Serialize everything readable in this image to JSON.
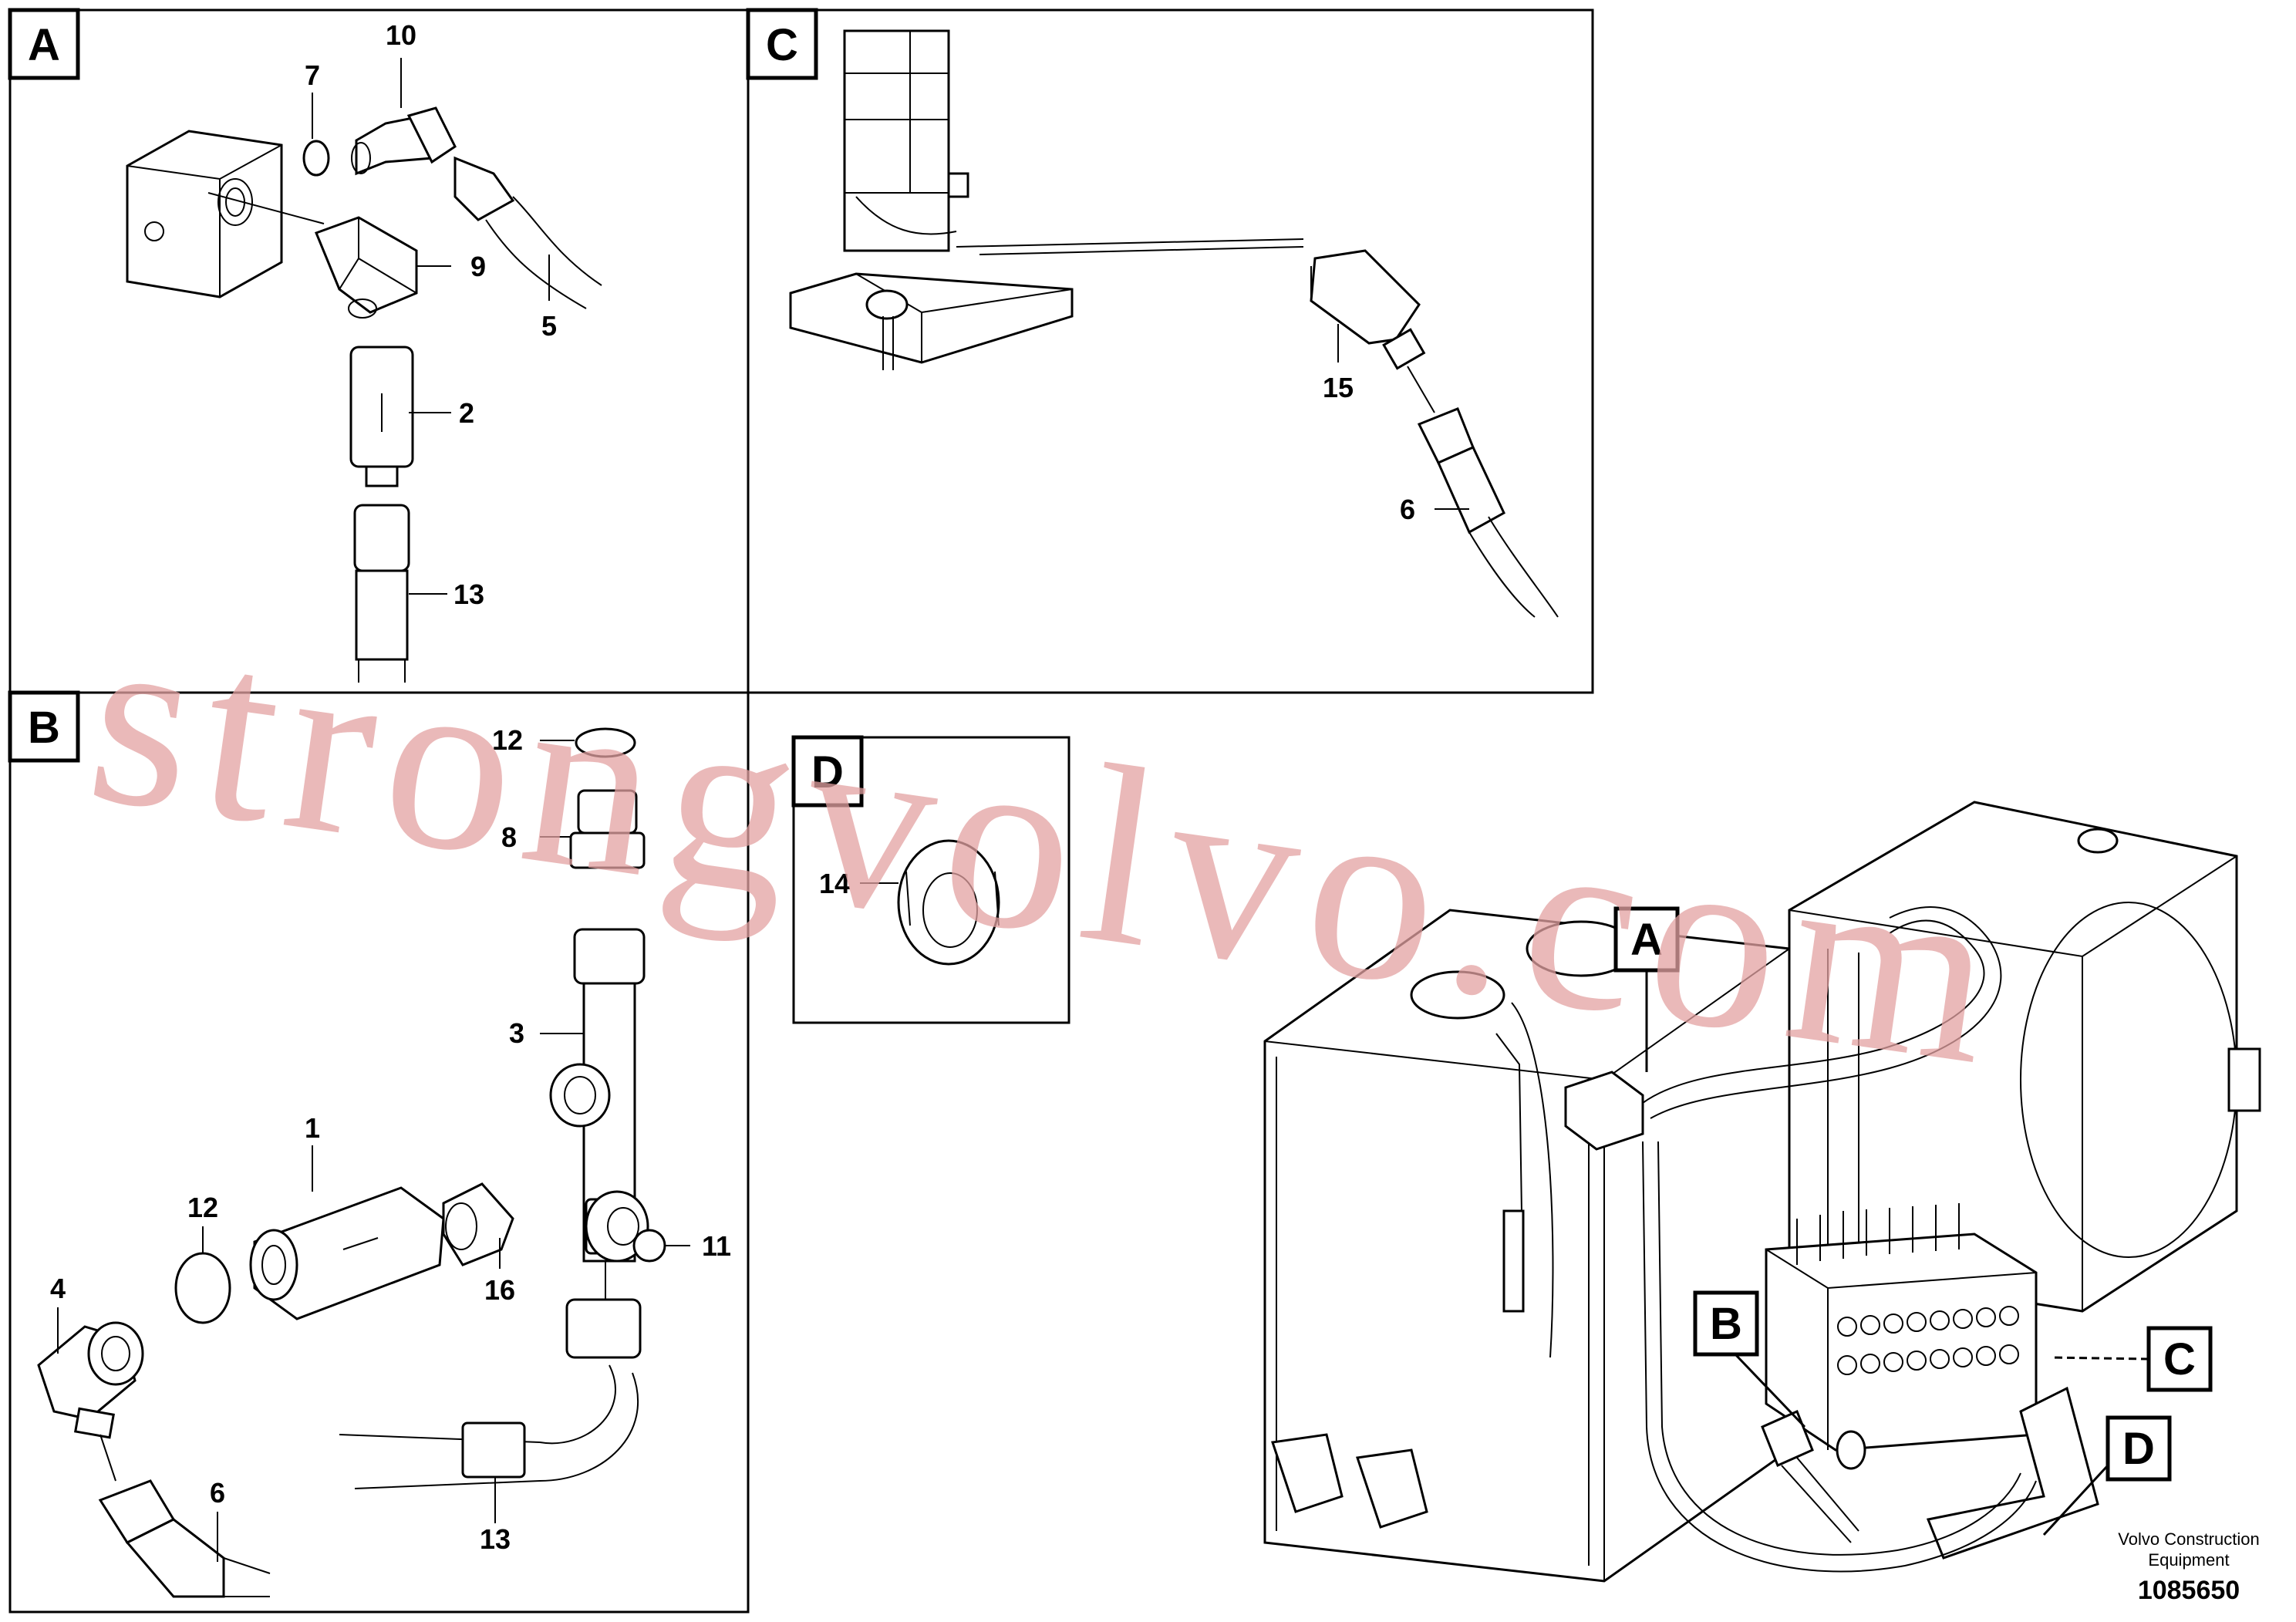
{
  "panels": {
    "A": "A",
    "B": "B",
    "C": "C",
    "D": "D"
  },
  "callouts": {
    "panel_a": [
      "10",
      "7",
      "9",
      "5",
      "2",
      "13"
    ],
    "panel_b": [
      "12",
      "8",
      "3",
      "1",
      "12",
      "4",
      "16",
      "11",
      "6",
      "13"
    ],
    "panel_c": [
      "15",
      "6"
    ],
    "panel_d": [
      "14"
    ]
  },
  "main_view_labels": [
    "A",
    "B",
    "C",
    "D"
  ],
  "watermark": "strongvolvo.com",
  "brand": {
    "line1": "Volvo Construction",
    "line2": "Equipment"
  },
  "document_number": "1085650",
  "colors": {
    "watermark": "#e3a2a2",
    "line": "#000000",
    "background": "#ffffff"
  }
}
